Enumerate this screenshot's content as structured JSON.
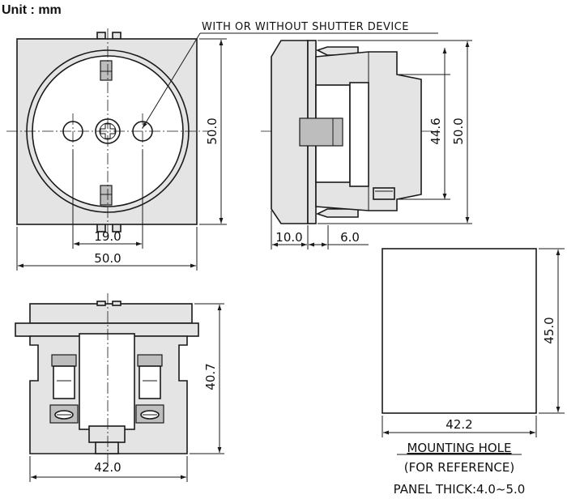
{
  "unit_label": "Unit : mm",
  "callout": "WITH OR WITHOUT SHUTTER DEVICE",
  "front_view": {
    "width": "50.0",
    "height": "50.0",
    "pin_spacing": "19.0"
  },
  "side_view": {
    "height_outer": "50.0",
    "height_inner": "44.6",
    "depth_front": "10.0",
    "depth_flange": "6.0"
  },
  "bottom_view": {
    "width": "42.0",
    "height": "40.7"
  },
  "mounting_hole": {
    "width": "42.2",
    "height": "45.0",
    "title": "MOUNTING HOLE",
    "subtitle": "(FOR REFERENCE)",
    "panel_thickness": "PANEL THICK:4.0~5.0"
  }
}
